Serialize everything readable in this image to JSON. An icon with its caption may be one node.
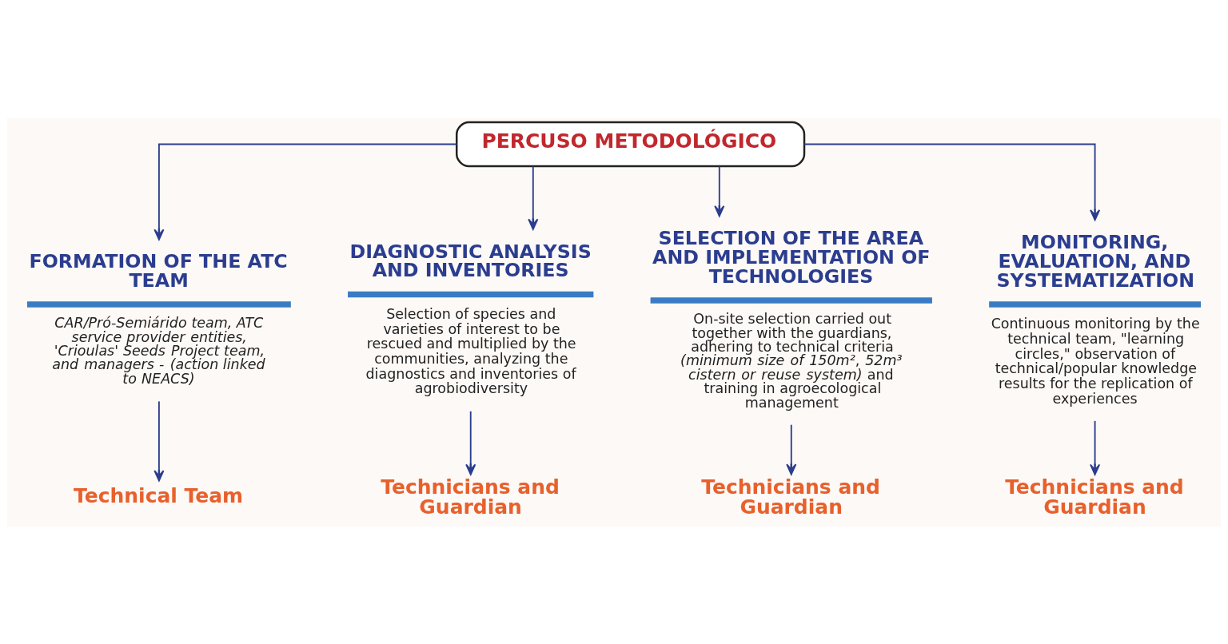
{
  "diagram": {
    "nodes": [
      {
        "text": [
          "PERCUSO METODOLÓGICO"
        ]
      },
      {
        "text": [
          "FORMATION OF THE ATC TEAM",
          "CAR/Pró-Semiárido team, ATC service provider entities, 'Crioulas' Seeds Project team, and managers - (action linked to NEACS)"
        ]
      },
      {
        "text": [
          "DIAGNOSTIC ANALYSIS AND INVENTORIES",
          "Selection of species and varieties of interest to be rescued and multiplied by the communities, analyzing the diagnostics and inventories of agrobiodiversity"
        ]
      },
      {
        "text": [
          "SELECTION OF THE AREA AND IMPLEMENTATION OF TECHNOLOGIES",
          "On-site selection carried out together with the guardians, adhering to technical criteria *(minimum size of 150m²*, *52m³ cistern or reuse system)* and training in agroecological management"
        ]
      },
      {
        "text": [
          "MONITORING, EVALUATION, AND SYSTEMATIZATION",
          "Continuous monitoring by the technical team, \"learning circles,\" observation of technical/popular knowledge results for the replication of experiences"
        ]
      },
      {
        "text": [
          "Technical Team"
        ]
      },
      {
        "text": [
          "Technicians and Guardian"
        ]
      },
      {
        "text": [
          "Technicians and Guardian"
        ]
      },
      {
        "text": [
          "Technicians and Guardian"
        ]
      }
    ],
    "edges": [
      {
        "from": 0,
        "to": 1,
        "arrow": "to"
      },
      {
        "from": 0,
        "to": 2,
        "arrow": "to"
      },
      {
        "from": 0,
        "to": 3,
        "arrow": "to"
      },
      {
        "from": 0,
        "to": 4,
        "arrow": "to"
      },
      {
        "from": 1,
        "to": 5,
        "arrow": "to"
      },
      {
        "from": 2,
        "to": 6,
        "arrow": "to"
      },
      {
        "from": 3,
        "to": 7,
        "arrow": "to"
      },
      {
        "from": 4,
        "to": 8,
        "arrow": "to"
      }
    ]
  }
}
